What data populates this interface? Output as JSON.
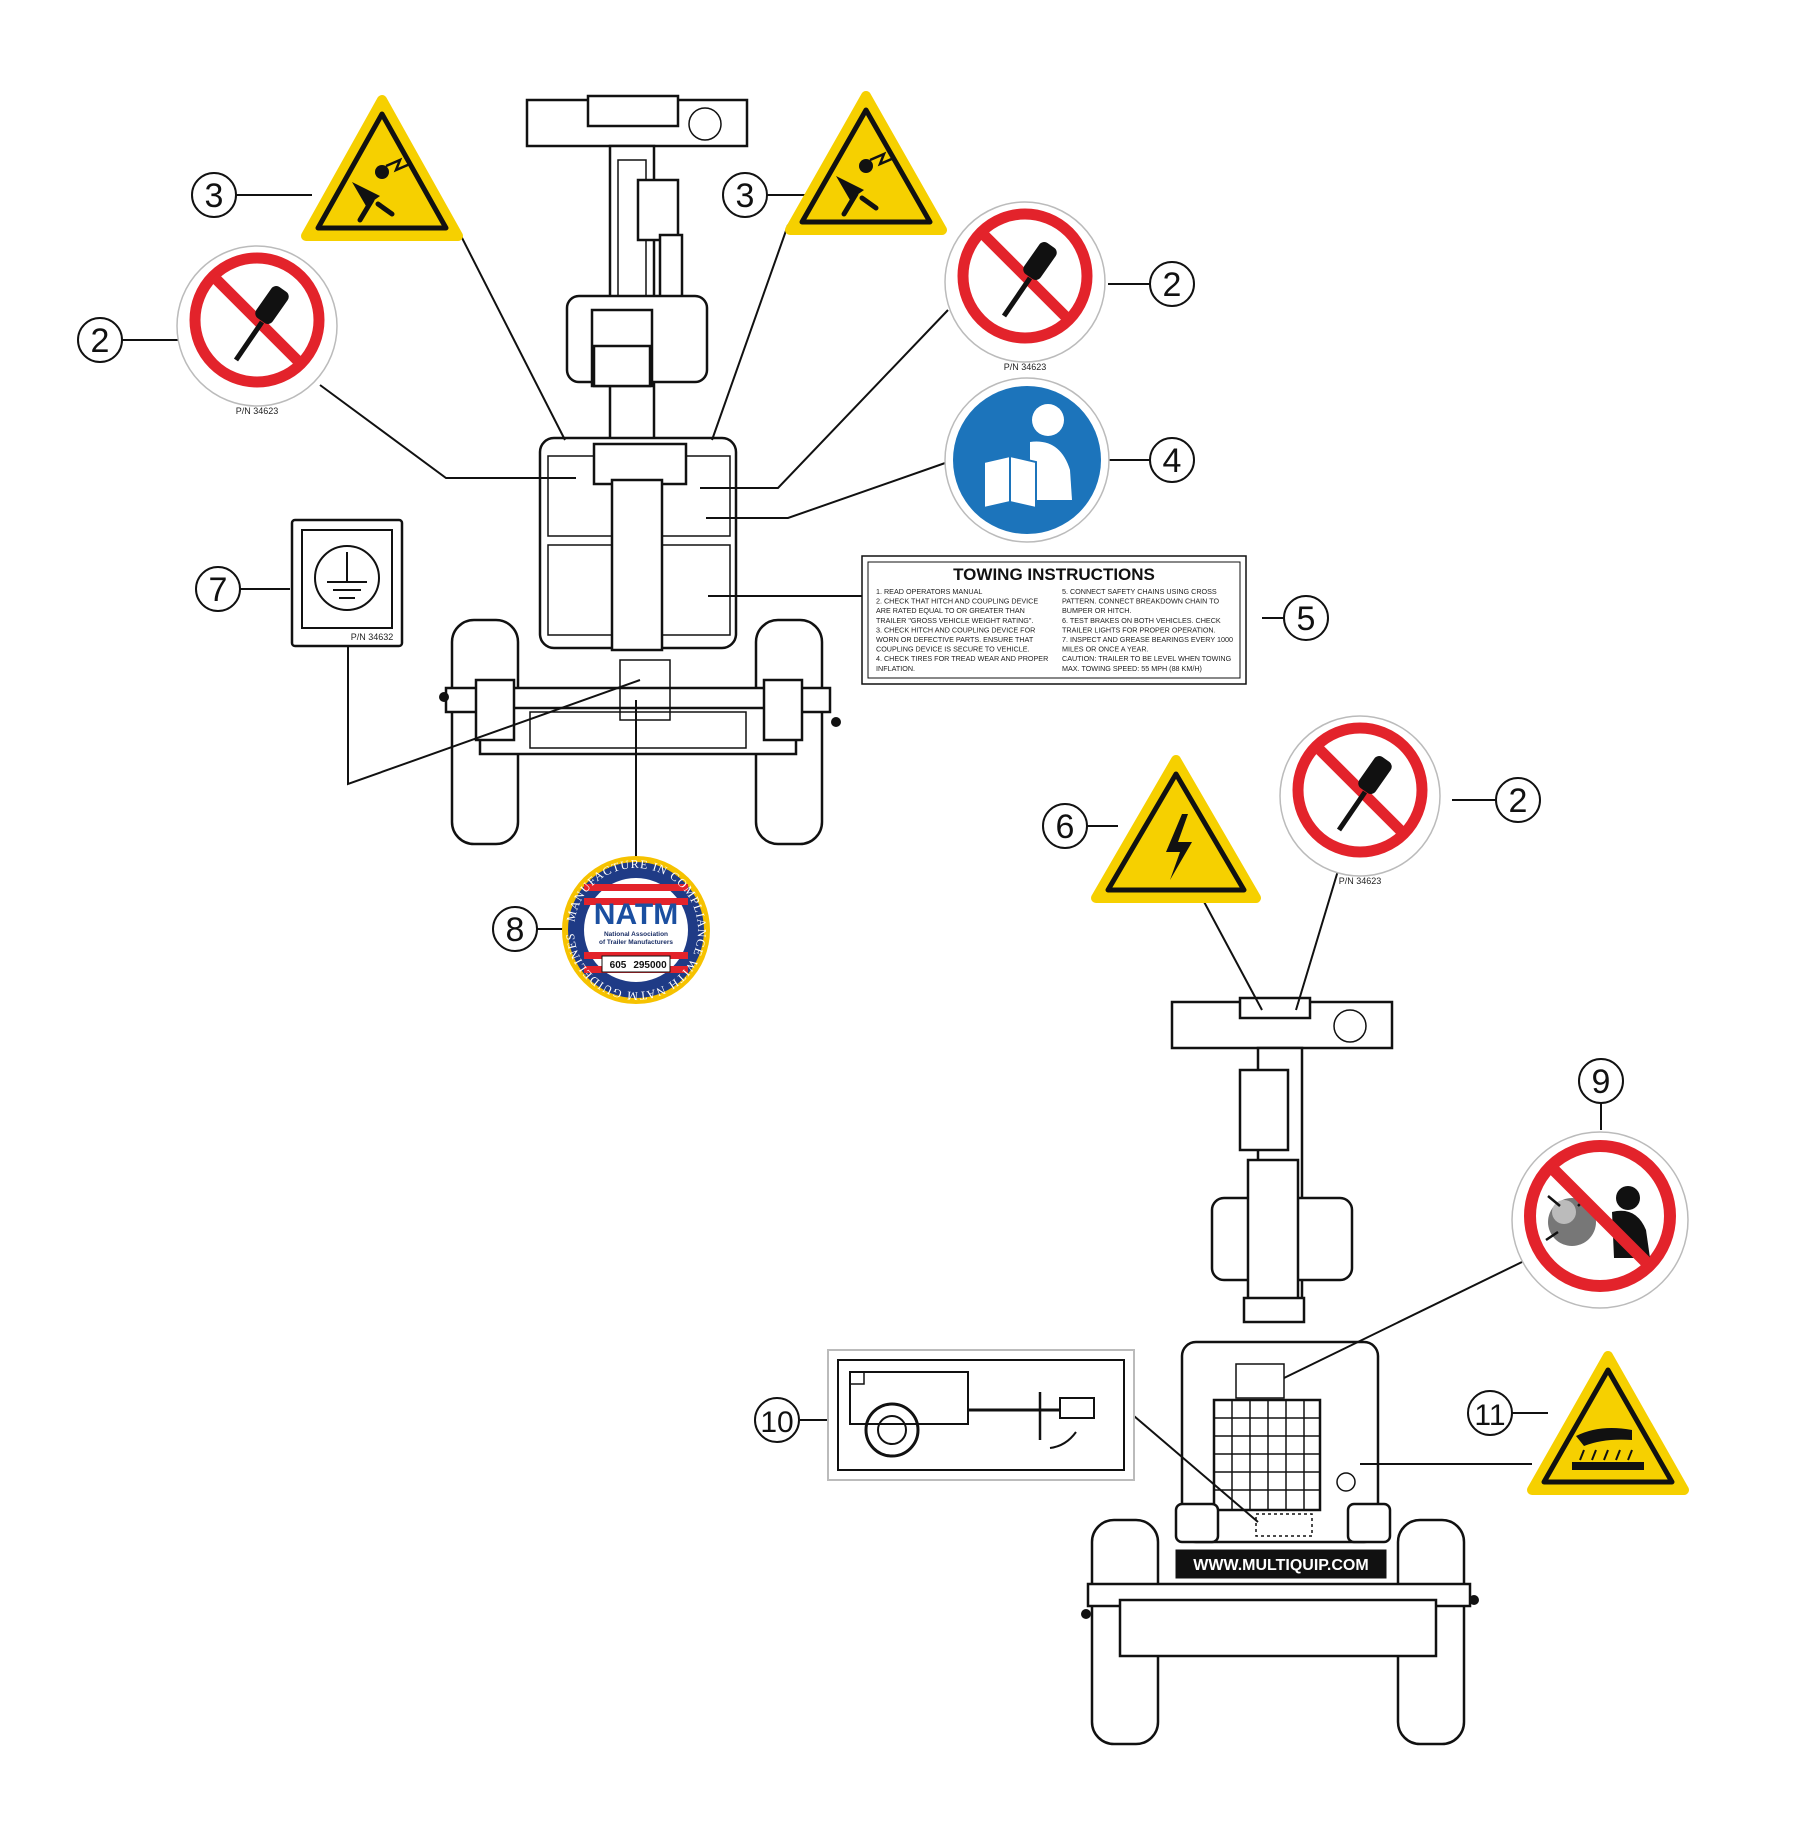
{
  "colors": {
    "warning_yellow": "#f6d000",
    "prohibit_red": "#e3232b",
    "mandatory_blue": "#1c74bb",
    "outline": "#111111"
  },
  "callouts": {
    "c3a": "3",
    "c3b": "3",
    "c2a": "2",
    "c2b": "2",
    "c2c": "2",
    "c4": "4",
    "c5": "5",
    "c6": "6",
    "c7": "7",
    "c8": "8",
    "c9": "9",
    "c10": "10",
    "c11": "11"
  },
  "icons": {
    "sign3": "electric-shock-warning-icon",
    "sign2": "no-tools-prohibition-icon",
    "sign4": "read-manual-mandatory-icon",
    "sign6": "high-voltage-warning-icon",
    "sign7": "protective-earth-ground-icon",
    "sign9": "explosion-prohibition-icon",
    "sign11": "hot-surface-warning-icon",
    "sign10": "tow-hitch-jack-decal-icon"
  },
  "labels": {
    "pn_2": "P/N 34623",
    "pn_7": "P/N 34632",
    "towing": {
      "title": "TOWING INSTRUCTIONS",
      "items_left": [
        "1.    READ OPERATORS MANUAL",
        "2.    CHECK THAT HITCH AND COUPLING DEVICE",
        "        ARE RATED EQUAL TO OR GREATER THAN",
        "        TRAILER \"GROSS VEHICLE WEIGHT RATING\".",
        "3.    CHECK HITCH AND COUPLING DEVICE FOR",
        "        WORN OR DEFECTIVE PARTS. ENSURE THAT",
        "        COUPLING DEVICE IS SECURE TO VEHICLE.",
        "4.    CHECK TIRES FOR TREAD WEAR AND PROPER",
        "        INFLATION."
      ],
      "items_right": [
        "5.    CONNECT SAFETY CHAINS USING CROSS",
        "        PATTERN. CONNECT BREAKDOWN CHAIN TO",
        "        BUMPER OR HITCH.",
        "6.    TEST BRAKES ON BOTH VEHICLES. CHECK",
        "        TRAILER LIGHTS FOR PROPER OPERATION.",
        "7.    INSPECT AND GREASE BEARINGS EVERY 1000",
        "        MILES OR ONCE A YEAR.",
        "CAUTION: TRAILER TO BE LEVEL WHEN TOWING",
        "               MAX. TOWING SPEED: 55 MPH (88 KM/H)"
      ]
    },
    "natm": {
      "logo": "NATM",
      "sub1": "National Association",
      "sub2": "of Trailer Manufacturers",
      "ring": "MANUFACTURE IN COMPLIANCE WITH NATM GUIDELINES",
      "code_a": "605",
      "code_b": "295000"
    },
    "website": "WWW.MULTIQUIP.COM"
  }
}
